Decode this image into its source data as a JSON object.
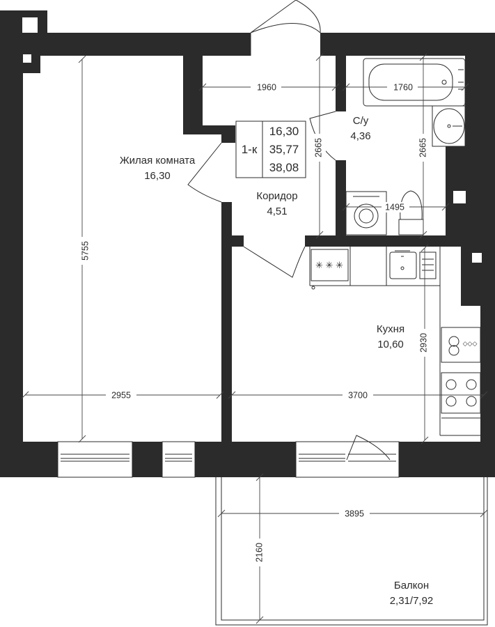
{
  "rooms": {
    "living": {
      "name": "Жилая комната",
      "area": "16,30"
    },
    "corridor": {
      "name": "Коридор",
      "area": "4,51"
    },
    "bathroom": {
      "name": "С/у",
      "area": "4,36"
    },
    "kitchen": {
      "name": "Кухня",
      "area": "10,60"
    },
    "balcony": {
      "name": "Балкон",
      "area": "2,31/7,92"
    }
  },
  "info_box": {
    "type": "1-к",
    "living_area": "16,30",
    "total_area": "35,77",
    "total_with_balcony": "38,08"
  },
  "dimensions": {
    "living_height": "5755",
    "living_width": "2955",
    "corridor_width": "1960",
    "corridor_height": "2665",
    "bath_height": "2665",
    "bath_tub_width": "1760",
    "bath_width": "1495",
    "kitchen_height": "2930",
    "kitchen_width": "3700",
    "balcony_width": "3895",
    "balcony_depth": "2160"
  },
  "colors": {
    "wall": "#2b2b2b",
    "background": "#ffffff"
  }
}
